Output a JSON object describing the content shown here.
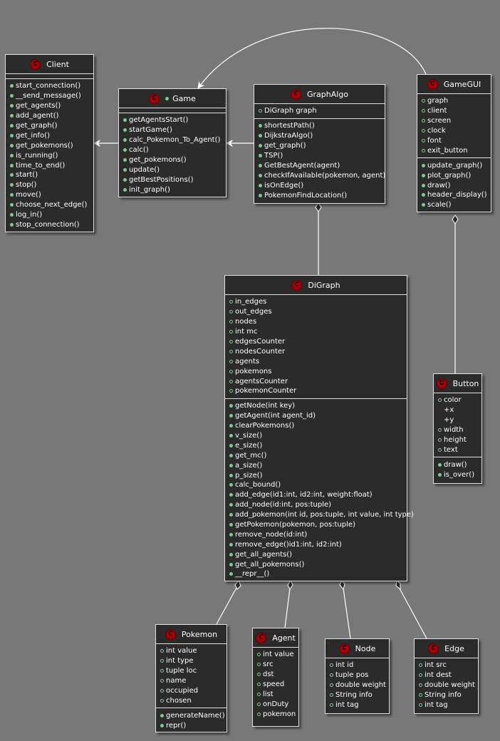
{
  "colors": {
    "background": "#787878",
    "box": "#2b2b2b",
    "border": "#e0e0e0",
    "badge": "#a80000",
    "dot": "#7ecb8d"
  },
  "classes": {
    "client": {
      "name": "Client",
      "badge": "C",
      "fields": [],
      "methods": [
        {
          "t": "start_connection()",
          "v": "pub"
        },
        {
          "t": "__send_message()",
          "v": "pub"
        },
        {
          "t": "get_agents()",
          "v": "pub"
        },
        {
          "t": "add_agent()",
          "v": "pub"
        },
        {
          "t": "get_graph()",
          "v": "pub"
        },
        {
          "t": "get_info()",
          "v": "pub"
        },
        {
          "t": "get_pokemons()",
          "v": "pub"
        },
        {
          "t": "is_running()",
          "v": "pub"
        },
        {
          "t": "time_to_end()",
          "v": "pub"
        },
        {
          "t": "start()",
          "v": "pub"
        },
        {
          "t": "stop()",
          "v": "pub"
        },
        {
          "t": "move()",
          "v": "pub"
        },
        {
          "t": "choose_next_edge()",
          "v": "pub"
        },
        {
          "t": "log_in()",
          "v": "pub"
        },
        {
          "t": "stop_connection()",
          "v": "pub"
        }
      ]
    },
    "game": {
      "name": "Game",
      "badge": "C",
      "fields": [],
      "methods": [
        {
          "t": "getAgentsStart()",
          "v": "pub"
        },
        {
          "t": "startGame()",
          "v": "pub"
        },
        {
          "t": "calc_Pokemon_To_Agent()",
          "v": "pub"
        },
        {
          "t": "calc()",
          "v": "pub"
        },
        {
          "t": "get_pokemons()",
          "v": "pub"
        },
        {
          "t": "update()",
          "v": "pub"
        },
        {
          "t": "getBestPositions()",
          "v": "pub"
        },
        {
          "t": "init_graph()",
          "v": "pub"
        }
      ]
    },
    "graphalgo": {
      "name": "GraphAlgo",
      "badge": "C",
      "fields": [
        {
          "t": "DiGraph graph",
          "v": "hollow"
        }
      ],
      "methods": [
        {
          "t": "shortestPath()",
          "v": "pub"
        },
        {
          "t": "DijkstraAlgo()",
          "v": "pub"
        },
        {
          "t": "get_graph()",
          "v": "pub"
        },
        {
          "t": "TSP()",
          "v": "pub"
        },
        {
          "t": "GetBestAgent(agent)",
          "v": "pub"
        },
        {
          "t": "checkIfAvailable(pokemon, agent)",
          "v": "pub"
        },
        {
          "t": "isOnEdge()",
          "v": "pub"
        },
        {
          "t": "PokemonFindLocation()",
          "v": "pub"
        }
      ]
    },
    "gamegui": {
      "name": "GameGUI",
      "badge": "C",
      "fields": [
        {
          "t": "graph",
          "v": "hollow"
        },
        {
          "t": "client",
          "v": "hollow"
        },
        {
          "t": "screen",
          "v": "hollow"
        },
        {
          "t": "clock",
          "v": "hollow"
        },
        {
          "t": "font",
          "v": "hollow"
        },
        {
          "t": "exit_button",
          "v": "hollow"
        }
      ],
      "methods": [
        {
          "t": "update_graph()",
          "v": "pub"
        },
        {
          "t": "plot_graph()",
          "v": "pub"
        },
        {
          "t": "draw()",
          "v": "pub"
        },
        {
          "t": "header_display()",
          "v": "pub"
        },
        {
          "t": "scale()",
          "v": "pub"
        }
      ]
    },
    "digraph": {
      "name": "DiGraph",
      "badge": "C",
      "fields": [
        {
          "t": "in_edges",
          "v": "hollow"
        },
        {
          "t": "out_edges",
          "v": "hollow"
        },
        {
          "t": "nodes",
          "v": "hollow"
        },
        {
          "t": "int mc",
          "v": "hollow"
        },
        {
          "t": "edgesCounter",
          "v": "hollow"
        },
        {
          "t": "nodesCounter",
          "v": "hollow"
        },
        {
          "t": "agents",
          "v": "hollow"
        },
        {
          "t": "pokemons",
          "v": "hollow"
        },
        {
          "t": "agentsCounter",
          "v": "hollow"
        },
        {
          "t": "pokemonCounter",
          "v": "hollow"
        }
      ],
      "methods": [
        {
          "t": "getNode(int key)",
          "v": "pub"
        },
        {
          "t": "getAgent(int agent_id)",
          "v": "pub"
        },
        {
          "t": "clearPokemons()",
          "v": "pub"
        },
        {
          "t": "v_size()",
          "v": "pub"
        },
        {
          "t": "e_size()",
          "v": "pub"
        },
        {
          "t": "get_mc()",
          "v": "pub"
        },
        {
          "t": "a_size()",
          "v": "pub"
        },
        {
          "t": "p_size()",
          "v": "pub"
        },
        {
          "t": "calc_bound()",
          "v": "pub"
        },
        {
          "t": "add_edge(id1:int, id2:int, weight:float)",
          "v": "pub"
        },
        {
          "t": "add_node(id:int, pos:tuple)",
          "v": "pub"
        },
        {
          "t": "add_pokemon(int id, pos:tuple, int value, int type)",
          "v": "pub"
        },
        {
          "t": "getPokemon(pokemon, pos:tuple)",
          "v": "pub"
        },
        {
          "t": "remove_node(id:int)",
          "v": "pub"
        },
        {
          "t": "remove_edge()id1:int, id2:int)",
          "v": "pub"
        },
        {
          "t": "get_all_agents()",
          "v": "pub"
        },
        {
          "t": "get_all_pokemons()",
          "v": "pub"
        },
        {
          "t": "__repr__()",
          "v": "pub"
        }
      ]
    },
    "button": {
      "name": "Button",
      "badge": "C",
      "fields": [
        {
          "t": "color",
          "v": "hollow"
        },
        {
          "t": "+x",
          "v": "none"
        },
        {
          "t": "+y",
          "v": "none"
        },
        {
          "t": "width",
          "v": "hollow"
        },
        {
          "t": "height",
          "v": "hollow"
        },
        {
          "t": "text",
          "v": "hollow"
        }
      ],
      "methods": [
        {
          "t": "draw()",
          "v": "pub"
        },
        {
          "t": "is_over()",
          "v": "pub"
        }
      ]
    },
    "pokemon": {
      "name": "Pokemon",
      "badge": "C",
      "fields": [
        {
          "t": "int value",
          "v": "hollow"
        },
        {
          "t": "int type",
          "v": "hollow"
        },
        {
          "t": "tuple loc",
          "v": "hollow"
        },
        {
          "t": "name",
          "v": "hollow"
        },
        {
          "t": "occupied",
          "v": "hollow"
        },
        {
          "t": "chosen",
          "v": "hollow"
        }
      ],
      "methods": [
        {
          "t": "generateName()",
          "v": "pub"
        },
        {
          "t": "repr()",
          "v": "pub"
        }
      ]
    },
    "agent": {
      "name": "Agent",
      "badge": "C",
      "fields": [
        {
          "t": "int value",
          "v": "hollow"
        },
        {
          "t": "src",
          "v": "hollow"
        },
        {
          "t": "dst",
          "v": "hollow"
        },
        {
          "t": "speed",
          "v": "hollow"
        },
        {
          "t": "list",
          "v": "hollow"
        },
        {
          "t": "onDuty",
          "v": "hollow"
        },
        {
          "t": "pokemon",
          "v": "hollow"
        }
      ],
      "methods": null
    },
    "node": {
      "name": "Node",
      "badge": "C",
      "fields": [
        {
          "t": "int id",
          "v": "hollow"
        },
        {
          "t": "tuple pos",
          "v": "hollow"
        },
        {
          "t": "double weight",
          "v": "hollow"
        },
        {
          "t": "String info",
          "v": "hollow"
        },
        {
          "t": "int tag",
          "v": "hollow"
        }
      ],
      "methods": null
    },
    "edge": {
      "name": "Edge",
      "badge": "C",
      "fields": [
        {
          "t": "int src",
          "v": "hollow"
        },
        {
          "t": "int dest",
          "v": "hollow"
        },
        {
          "t": "double weight",
          "v": "hollow"
        },
        {
          "t": "String info",
          "v": "hollow"
        },
        {
          "t": "int tag",
          "v": "hollow"
        }
      ],
      "methods": null
    }
  }
}
